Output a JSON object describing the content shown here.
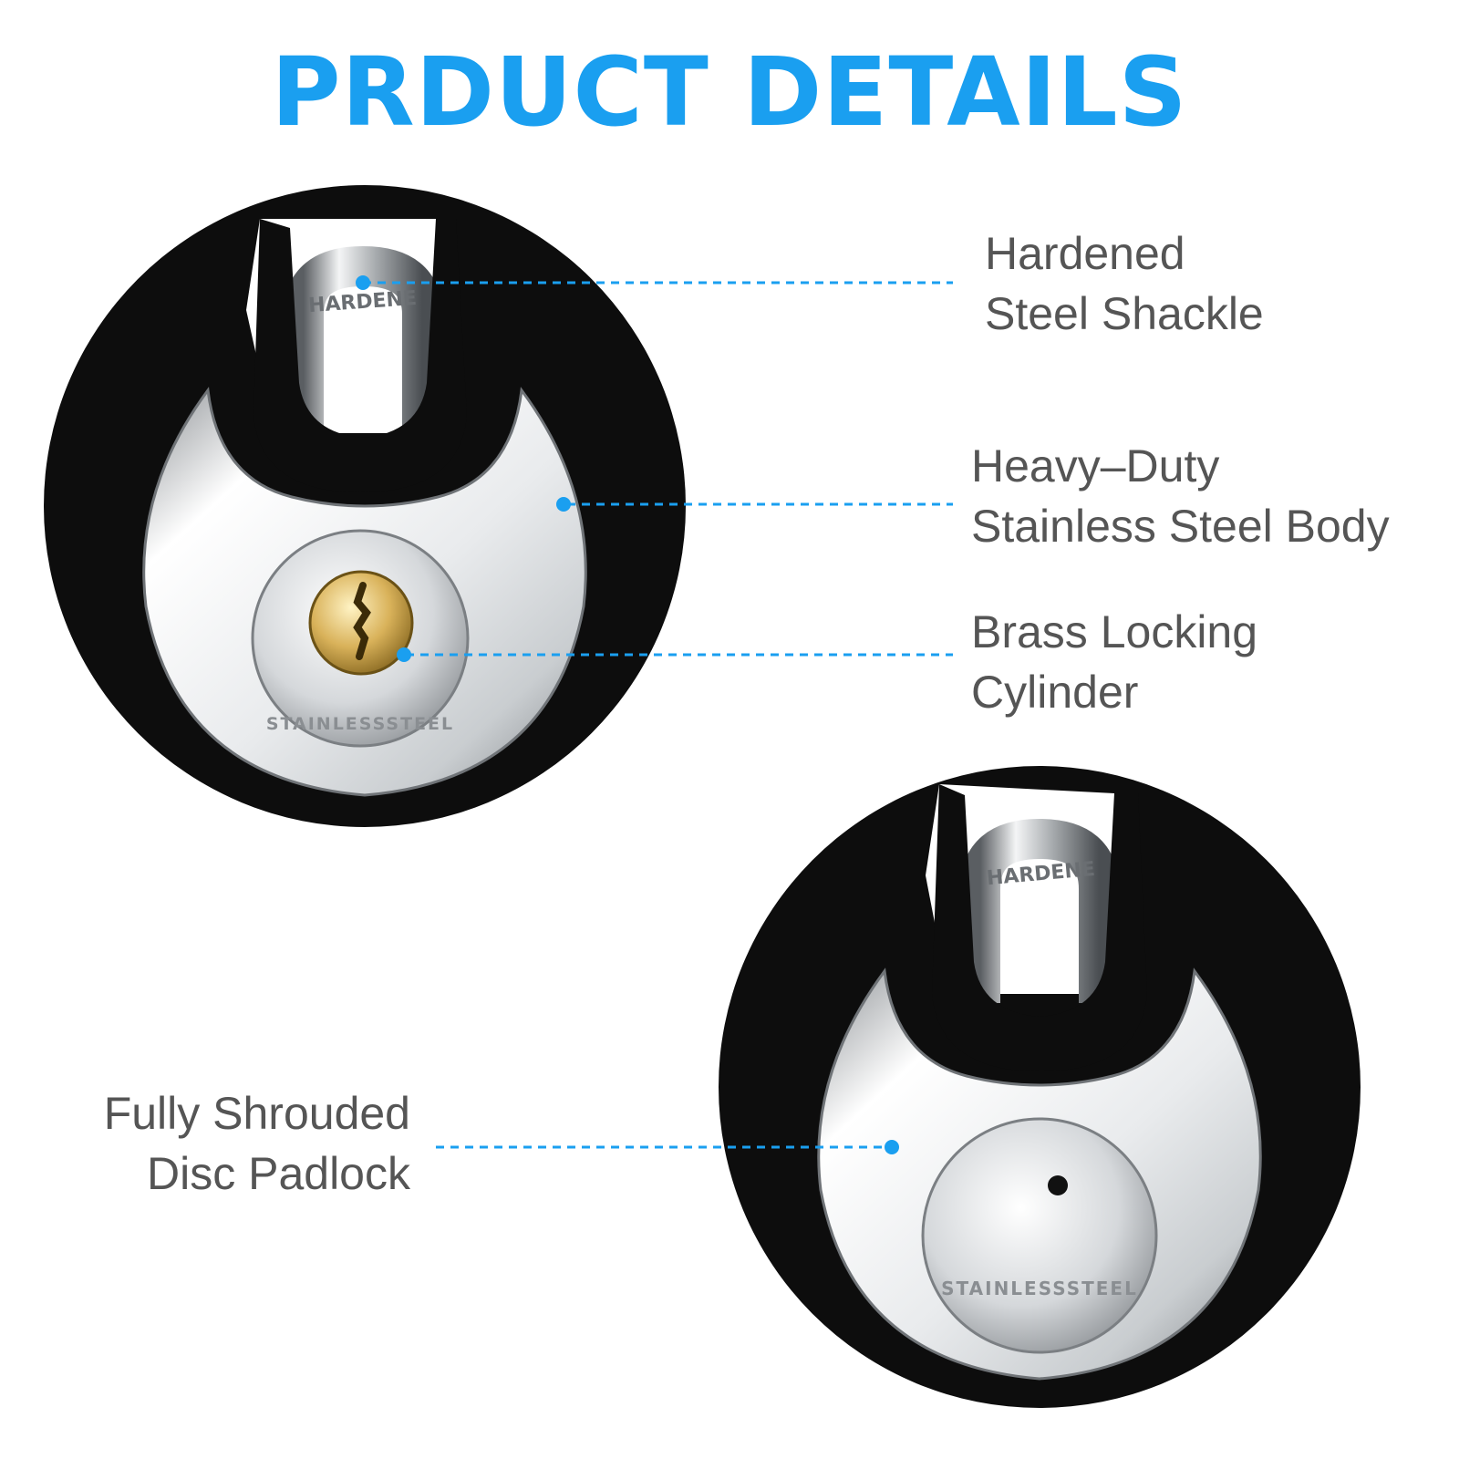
{
  "title": "PRDUCT DETAILS",
  "accent_color": "#1a9ff0",
  "label_color": "#555555",
  "callouts": [
    {
      "id": "shackle",
      "lines": [
        "Hardened",
        "Steel Shackle"
      ]
    },
    {
      "id": "body",
      "lines": [
        "Heavy–Duty",
        "Stainless Steel Body"
      ]
    },
    {
      "id": "cylinder",
      "lines": [
        "Brass Locking",
        "Cylinder"
      ]
    },
    {
      "id": "disc",
      "lines": [
        "Fully Shrouded",
        "Disc Padlock"
      ]
    }
  ],
  "padlocks": [
    {
      "name": "padlock-with-key-cylinder",
      "shackle_stamp": "HARDENE",
      "face_stamp": "STAINLESSSTEEL",
      "cylinder": "brass"
    },
    {
      "name": "padlock-with-keyhole-cap",
      "shackle_stamp": "HARDENE",
      "face_stamp": "STAINLESSSTEEL",
      "cylinder": "steel"
    }
  ]
}
